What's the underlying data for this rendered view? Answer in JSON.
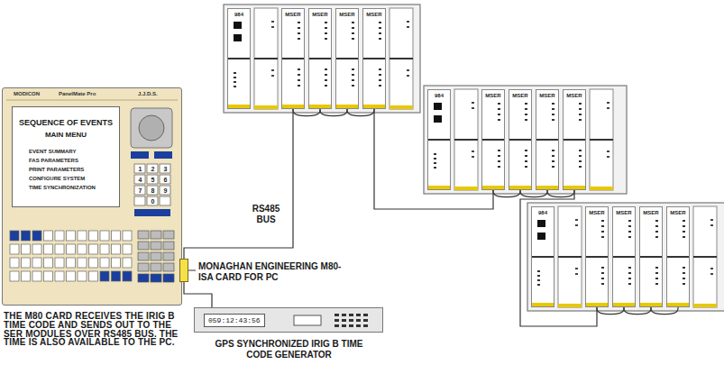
{
  "diagram": {
    "nodes": [
      {
        "text": [
          "MODICON",
          "PanelMate Pro",
          "J.J.D.S."
        ]
      },
      {
        "text": [
          "SEQUENCE OF EVENTS",
          "MAIN MENU",
          "EVENT SUMMARY",
          "FAS PARAMETERS",
          "PRINT PARAMETERS",
          "CONFIGURE SYSTEM",
          "TIME SYNCHRONIZATION"
        ],
        "in": 0
      },
      {
        "text": [
          "MONAGHAN ENGINEERING M80-ISA CARD FOR PC"
        ]
      },
      {
        "text": [
          "059:12:43:56",
          "GPS SYNCHRONIZED IRIG B TIME CODE GENERATOR"
        ]
      },
      {
        "text": [
          "984"
        ]
      },
      {
        "text": [
          "MSER"
        ]
      },
      {
        "text": [
          "MSER"
        ]
      },
      {
        "text": [
          "MSER"
        ]
      },
      {
        "text": [
          "MSER"
        ]
      },
      {
        "text": [
          "984"
        ]
      },
      {
        "text": [
          "MSER"
        ]
      },
      {
        "text": [
          "MSER"
        ]
      },
      {
        "text": [
          "MSER"
        ]
      },
      {
        "text": [
          "MSER"
        ]
      },
      {
        "text": [
          "984"
        ]
      },
      {
        "text": [
          "MSER"
        ]
      },
      {
        "text": [
          "MSER"
        ]
      },
      {
        "text": [
          "MSER"
        ]
      },
      {
        "text": [
          "MSER"
        ]
      }
    ],
    "edges": [
      {
        "from": 2,
        "to": 5,
        "label": "RS485 BUS",
        "arrow": "none"
      },
      {
        "from": 5,
        "to": 6,
        "arrow": "none"
      },
      {
        "from": 6,
        "to": 7,
        "arrow": "none"
      },
      {
        "from": 7,
        "to": 8,
        "arrow": "none"
      },
      {
        "from": 8,
        "to": 10,
        "arrow": "none"
      },
      {
        "from": 10,
        "to": 11,
        "arrow": "none"
      },
      {
        "from": 11,
        "to": 12,
        "arrow": "none"
      },
      {
        "from": 12,
        "to": 13,
        "arrow": "none"
      },
      {
        "from": 13,
        "to": 15,
        "arrow": "none"
      },
      {
        "from": 15,
        "to": 16,
        "arrow": "none"
      },
      {
        "from": 16,
        "to": 17,
        "arrow": "none"
      },
      {
        "from": 17,
        "to": 18,
        "arrow": "none"
      },
      {
        "from": 3,
        "to": 2,
        "arrow": "none"
      }
    ],
    "labels": [
      "1",
      "2",
      "3",
      "4",
      "5",
      "6",
      "7",
      "8",
      "9",
      "0",
      "THE M80 CARD RECEIVES THE IRIG B TIME CODE AND SENDS OUT TO THE SER MODULES OVER RS485 BUS. THE TIME IS ALSO AVAILABLE TO THE PC."
    ]
  }
}
